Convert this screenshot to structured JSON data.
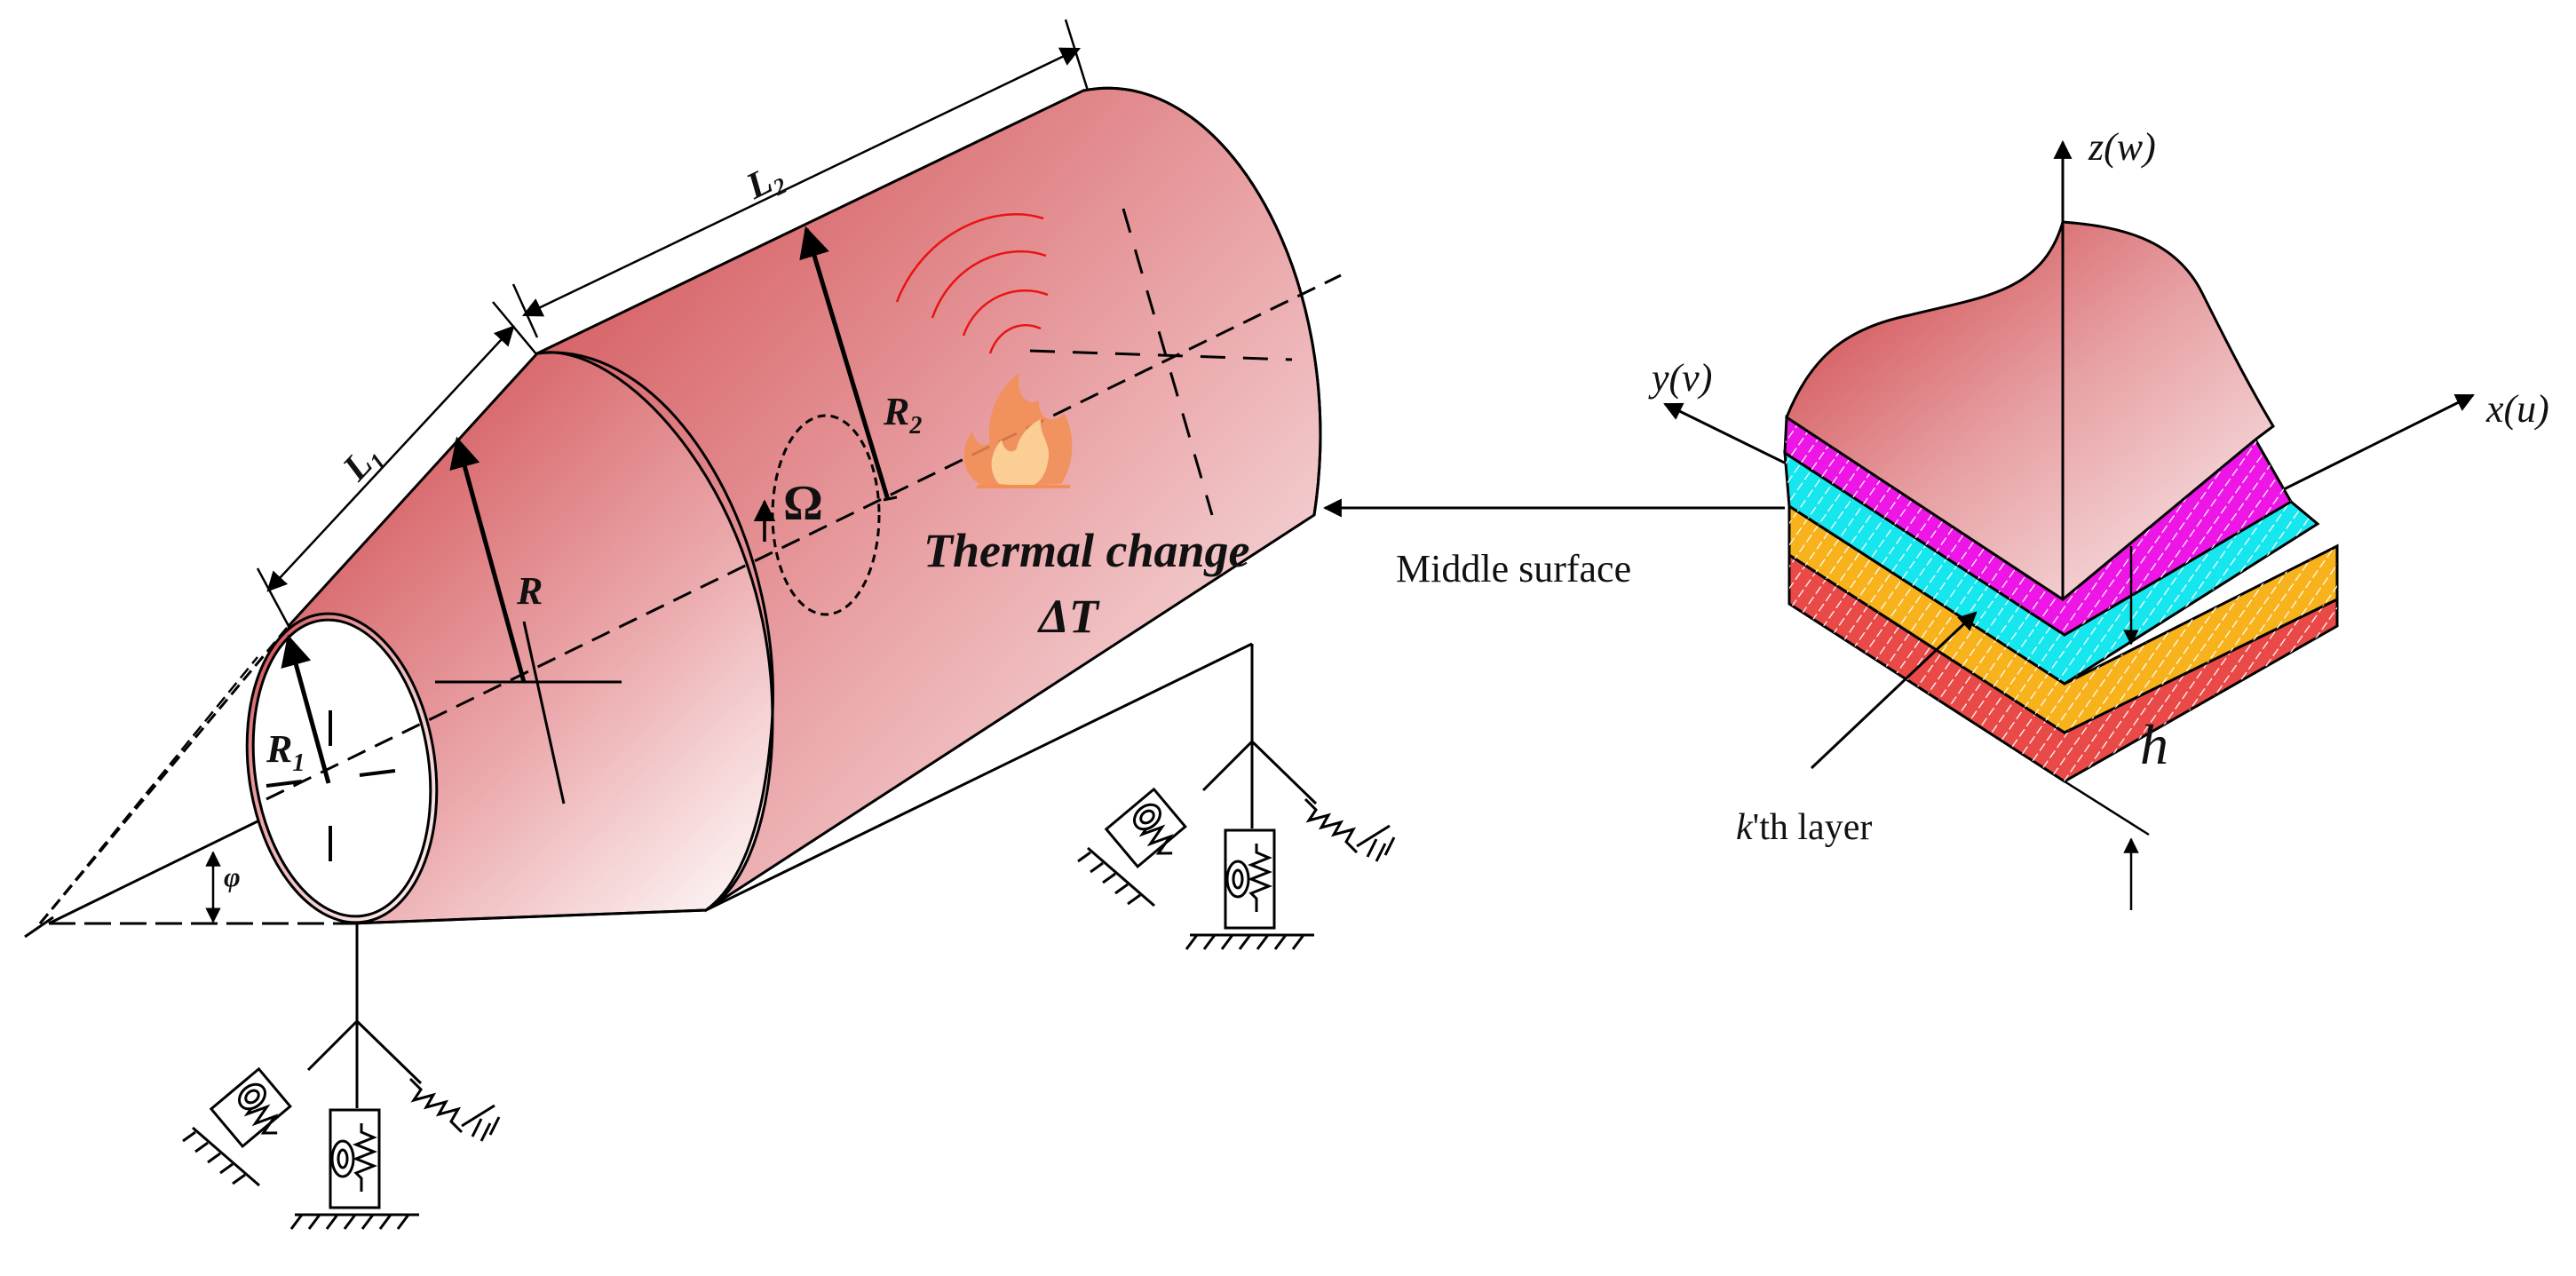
{
  "labels": {
    "L1_main": "L",
    "L1_sub": "1",
    "L2_main": "L",
    "L2_sub": "2",
    "R": "R",
    "R1_main": "R",
    "R1_sub": "1",
    "R2_main": "R",
    "R2_sub": "2",
    "omega": "Ω",
    "phi": "φ",
    "thermal_line1": "Thermal change",
    "thermal_line2": "ΔT",
    "middle_surface": "Middle surface",
    "z_axis": "z(w)",
    "y_axis": "y(v)",
    "x_axis": "x(u)",
    "h": "h",
    "kth_k": "k",
    "kth_rest": "'th layer"
  },
  "colors": {
    "shell_dark": "#cf4a4e",
    "shell_light": "#fbf2f3",
    "layer_magenta": "#ee16e6",
    "layer_cyan": "#16e6ee",
    "layer_orange": "#f7b21c",
    "layer_red": "#ea4a47",
    "waves": "#e81414",
    "flame_outer": "#f28f52",
    "flame_inner": "#fbd59a"
  },
  "icons": {
    "flame": "flame-icon",
    "waves": "heat-waves-icon",
    "springs": "spring-support-icon"
  }
}
